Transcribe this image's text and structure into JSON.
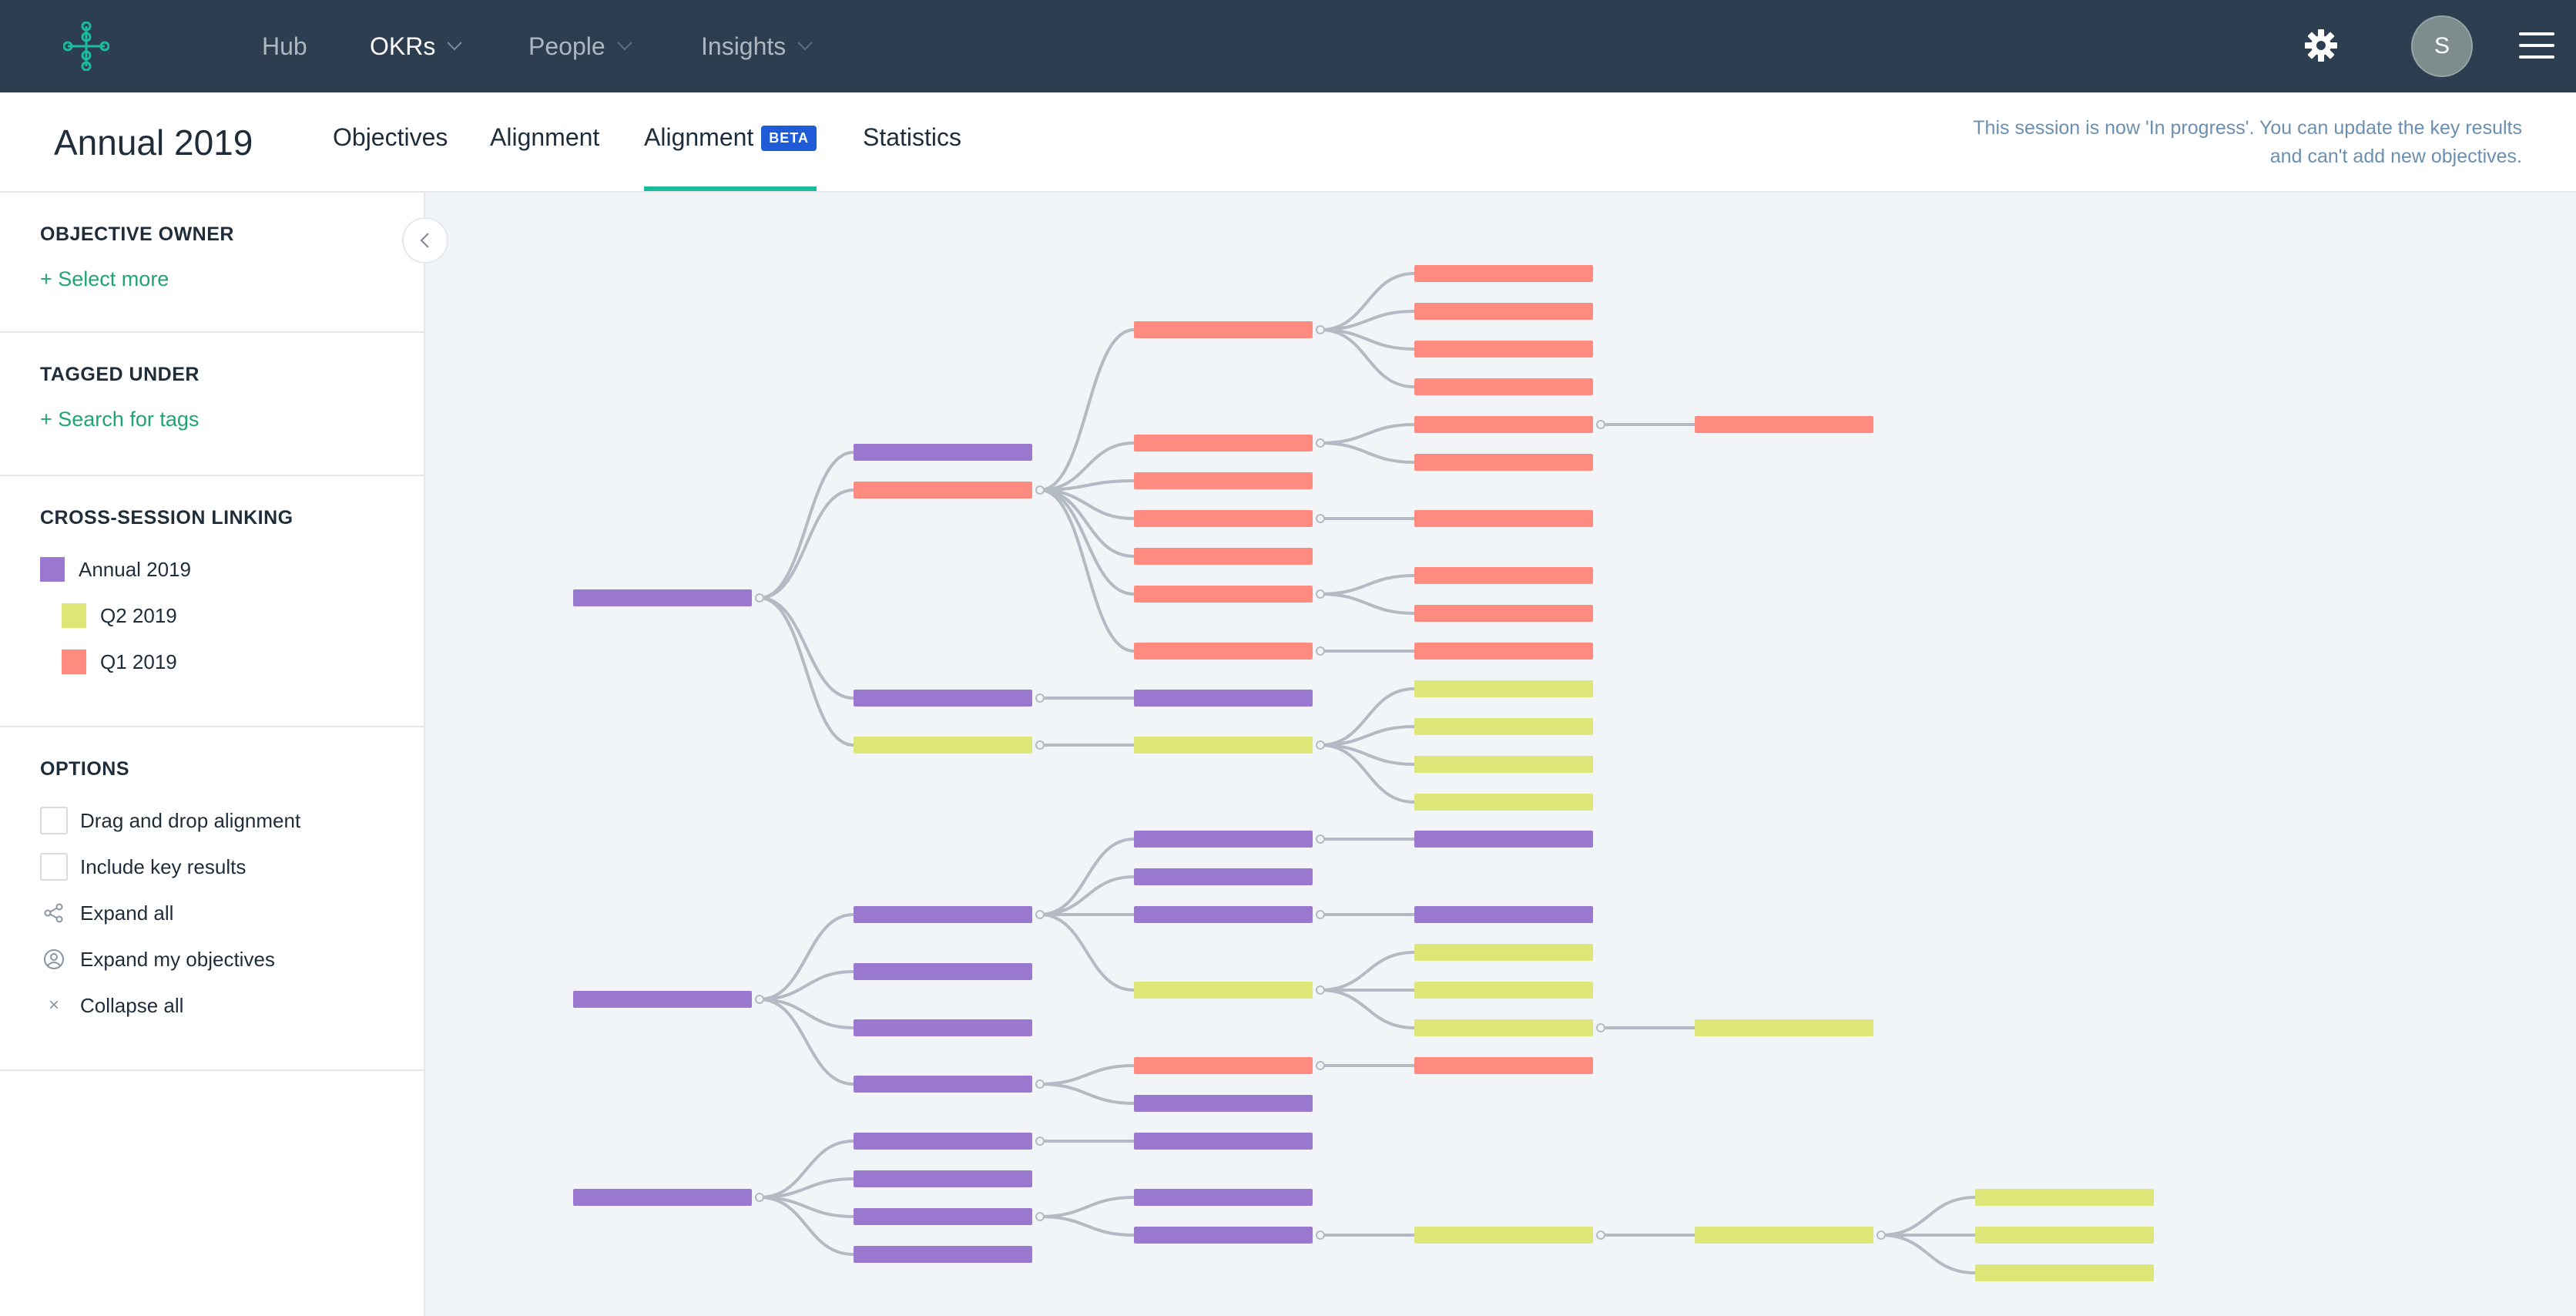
{
  "nav": {
    "items": [
      {
        "label": "Hub",
        "dropdown": false,
        "active": false
      },
      {
        "label": "OKRs",
        "dropdown": true,
        "active": true
      },
      {
        "label": "People",
        "dropdown": true,
        "active": false
      },
      {
        "label": "Insights",
        "dropdown": true,
        "active": false
      }
    ],
    "avatar_initial": "S"
  },
  "header": {
    "title": "Annual 2019",
    "tabs": [
      {
        "label": "Objectives",
        "active": false
      },
      {
        "label": "Alignment",
        "active": false
      },
      {
        "label": "Alignment",
        "badge": "BETA",
        "active": true
      },
      {
        "label": "Statistics",
        "active": false
      }
    ],
    "session_note": "This session is now 'In progress'. You can update the key results and can't add new objectives."
  },
  "sidebar": {
    "owner": {
      "title": "OBJECTIVE OWNER",
      "link": "+ Select more"
    },
    "tags": {
      "title": "TAGGED UNDER",
      "link": "+ Search for tags"
    },
    "cross": {
      "title": "CROSS-SESSION LINKING",
      "items": [
        {
          "label": "Annual 2019",
          "color": "#9b78d0"
        },
        {
          "label": "Q2 2019",
          "color": "#dde676"
        },
        {
          "label": "Q1 2019",
          "color": "#ff8b80"
        }
      ]
    },
    "options": {
      "title": "OPTIONS",
      "drag": "Drag and drop alignment",
      "include": "Include key results",
      "expand_all": "Expand all",
      "expand_mine": "Expand my objectives",
      "collapse_all": "Collapse all"
    }
  },
  "colors": {
    "annual": "#9b78d0",
    "q2": "#dde676",
    "q1": "#ff8b80",
    "edge": "#b4bac3"
  }
}
